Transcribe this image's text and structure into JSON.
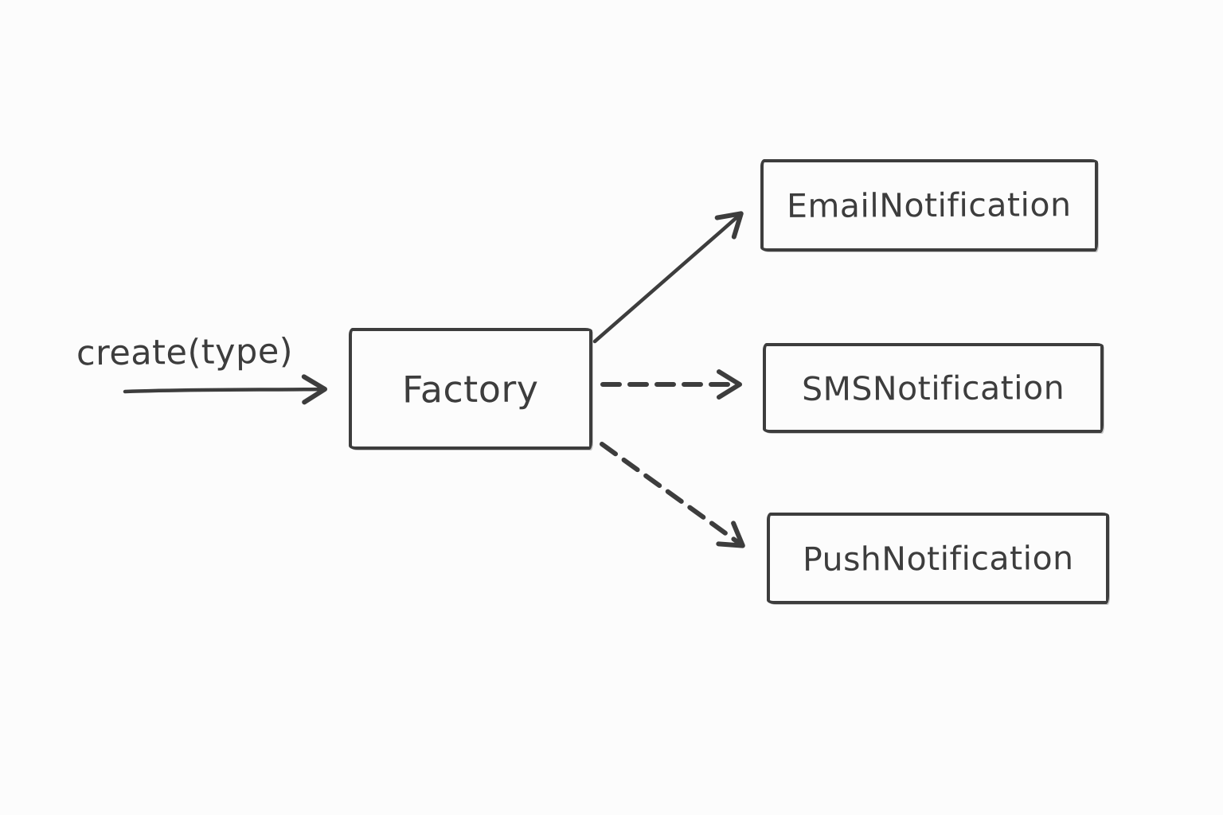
{
  "diagram": {
    "type": "factory-pattern-sketch",
    "colors": {
      "ink": "#3d3d3d",
      "background": "#fcfcfc"
    },
    "caller_label": "create(type)",
    "nodes": {
      "factory": {
        "label": "Factory"
      },
      "email": {
        "label": "EmailNotification"
      },
      "sms": {
        "label": "SMSNotification"
      },
      "push": {
        "label": "PushNotification"
      }
    },
    "edges": [
      {
        "from": "caller",
        "to": "factory",
        "label": "create(type)",
        "style": "solid"
      },
      {
        "from": "factory",
        "to": "email",
        "label": "",
        "style": "solid"
      },
      {
        "from": "factory",
        "to": "sms",
        "label": "",
        "style": "dashed"
      },
      {
        "from": "factory",
        "to": "push",
        "label": "",
        "style": "dashed"
      }
    ]
  }
}
